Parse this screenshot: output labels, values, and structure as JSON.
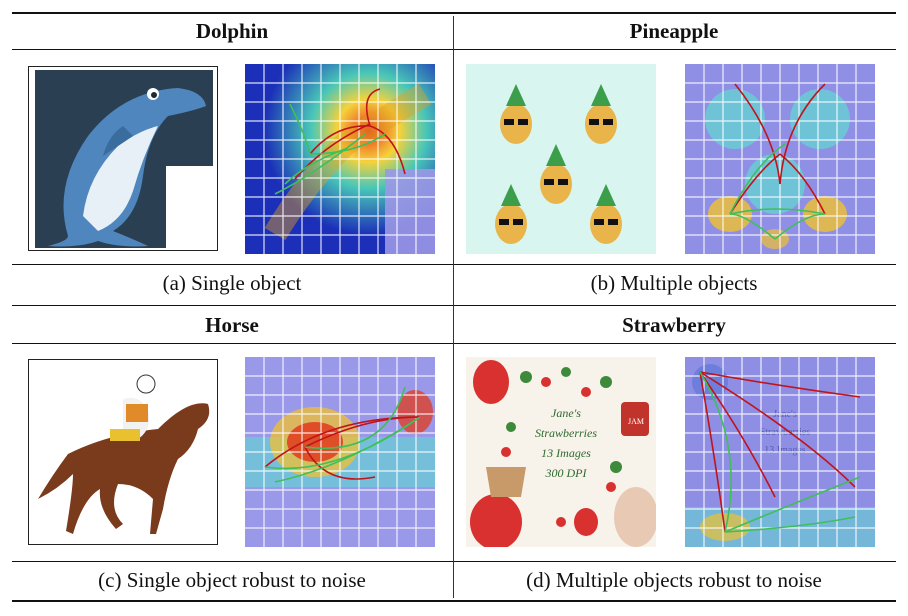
{
  "panels": [
    {
      "title": "Dolphin",
      "caption": "(a) Single object"
    },
    {
      "title": "Pineapple",
      "caption": "(b) Multiple objects"
    },
    {
      "title": "Horse",
      "caption": "(c) Single object robust to noise"
    },
    {
      "title": "Strawberry",
      "caption": "(d) Multiple objects robust to noise"
    }
  ],
  "strawberry_image_text": {
    "line1": "Jane's",
    "line2": "Strawberries",
    "line3": "13 Images",
    "line4": "300 DPI",
    "jar_label": "JAM"
  },
  "colors": {
    "rule": "#111111",
    "path_red": "#c0141c",
    "path_green": "#3fbf5a",
    "dolphin_bg": "#2b3f52",
    "pineapple_bg": "#d8f5ef",
    "heat_low": "#7f7fe0",
    "heat_high": "#e03a1e"
  }
}
